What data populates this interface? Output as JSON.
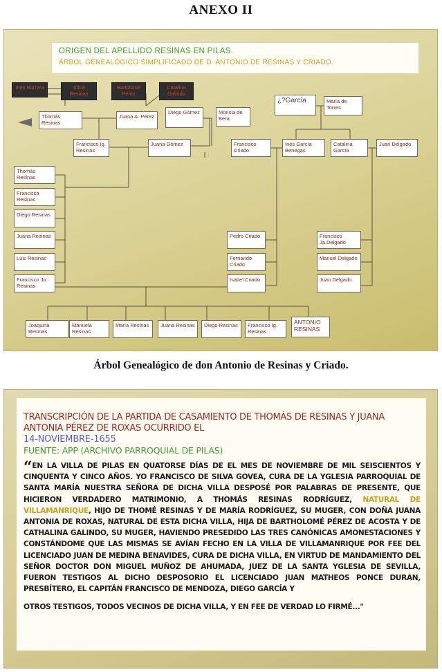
{
  "annex_title": "ANEXO II",
  "tree": {
    "title": "ORIGEN DEL APELLIDO RESINAS EN PILAS.",
    "subtitle": "ÁRBOL GENEALÓGICO  SIMPLIFICADO DE D. ANTONIO DE RESINAS Y CRIADO.",
    "nodes": {
      "ines_barrera": "Inés Barrera",
      "tome_resinas": "Tomé Resinas",
      "bartolome_perez": "Bartolomé Pérez",
      "catalina_galindo": "Catalina Galindo",
      "thomas_resinas_1": "Thomás Resinas",
      "juana_a_perez": "Juana A. Pérez",
      "diego_gomez": "Diego Gómez",
      "monsia_de_bera": "Monsia de Bera",
      "garcia": "¿?García",
      "maria_de_torres": "María de Torres",
      "francisco_ig_resinas_1": "Francisco Ig. Resinas",
      "juana_gomez": "Juana Gómez",
      "francisco_criado": "Francisco Criado",
      "ines_garcia_benegas": "Inés García Benegas",
      "catalina_garcia": "Catalina García",
      "juan_delgado_1": "Juan Delgado",
      "thomas_resinas_2": "Thomás Resinas",
      "francisca_resinas": "Francisca Resinas",
      "diego_resinas_1": "Diego Resinas",
      "juana_resinas_1": "Juana Resinas",
      "luis_resinas": "Luis Resinas",
      "francisco_jo_resinas": "Francisco Jo. Resinas",
      "pedro_criado": "Pedro Criado",
      "fernando_criado": "Fernando Criado",
      "isabel_criado": "Isabel Criado",
      "francisco_ja_delgado": "Francisco Ja.Delgado",
      "manuel_delgado": "Manuel Delgado",
      "juan_delgado_2": "Juan Delgado",
      "joaquina_resinas": "Joaquina Resinas",
      "manuela_resinas": "Manuela Resinas",
      "maria_resinas": "María Resinas",
      "juana_resinas_2": "Juana Resinas",
      "diego_resinas_2": "Diego Resinas",
      "francisco_ig_resinas_2": "Francisco Ig. Resinas",
      "antonio_resinas": "ANTONIO RESINAS"
    }
  },
  "caption": "Árbol Genealógico de don Antonio de Resinas y Criado.",
  "transcription": {
    "title": "TRANSCRIPCIÓN DE LA PARTIDA DE CASAMIENTO DE THOMÁS DE RESINAS Y JUANA ANTONIA PÉREZ DE ROXAS OCURRIDO EL",
    "date": "14-NOVIEMBRE-1655",
    "source": "FUENTE: APP (ARCHIVO PARROQUIAL DE PILAS)",
    "quote_mark": "“",
    "body_1": "EN LA VILLA DE PILAS EN QUATORSE DÍAS DE EL MES DE NOVIEMBRE DE MIL SEISCIENTOS Y CINQUENTA Y CINCO AÑOS. YO FRANCISCO DE SILVA GOVEA, CURA DE LA YGLESIA PARROQUIAL DE SANTA MARÍA NUESTRA SEÑORA DE DICHA VILLA DESPOSÉ POR PALABRAS DE PRESENTE, QUE HICIERON VERDADERO MATRIMONIO, A THOMÁS RESINAS RODRÍGUEZ, ",
    "highlight": "NATURAL DE VILLAMANRIQUE",
    "body_2": ", HIJO DE THOMÉ RESINAS Y DE MARÍA RODRÍGUEZ, SU MUGER, CON DOÑA JUANA ANTONIA DE ROXAS, NATURAL DE ESTA DICHA VILLA, HIJA DE BARTHOLOMÉ PÉREZ DE ACOSTA Y DE CATHALINA GALINDO, SU MUGER, HAVIENDO PRESEDIDO LAS TRES CANÓNICAS AMONESTACIONES Y CONSTÁNDOME QUE LAS MISMAS SE AVÍAN FECHO EN LA VILLA DE VILLAMANRIQUE POR FEE DEL LICENCIADO JUAN DE MEDINA BENAVIDES, CURA DE DICHA VILLA, EN VIRTUD DE MANDAMIENTO DEL SEÑOR DOCTOR DON MIGUEL MUÑOZ DE AHUMADA, JUEZ DE LA SANTA YGLESIA DE SEVILLA, FUERON TESTIGOS AL DICHO DESPOSORIO EL LICENCIADO JUAN MATHEOS PONCE DURAN, PRESBÍTERO, EL CAPITÁN FRANCISCO DE MENDOZA, DIEGO GARCÍA Y",
    "body_last": "OTROS TESTIGOS, TODOS VECINOS DE DICHA VILLA, Y EN FEE DE VERDAD LO FIRMÉ...\""
  }
}
